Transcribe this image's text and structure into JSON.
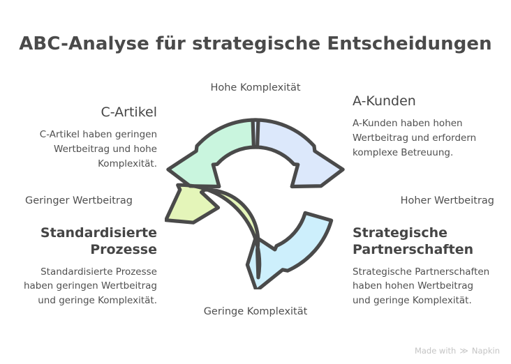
{
  "page": {
    "title": "ABC-Analyse für strategische Entscheidungen"
  },
  "axes": {
    "top": "Hohe Komplexität",
    "bottom": "Geringe Komplexität",
    "left": "Geringer Wertbeitrag",
    "right": "Hoher Wertbeitrag"
  },
  "quadrants": {
    "top_left": {
      "heading": "C-Artikel",
      "body": "C-Artikel haben geringen Wertbeitrag und hohe Komplexität.",
      "color": "#c9f5de"
    },
    "top_right": {
      "heading": "A-Kunden",
      "body": "A-Kunden haben hohen Wertbeitrag und erfordern komplexe Betreuung.",
      "color": "#dce7fa"
    },
    "bottom_left": {
      "heading": "Standardisierte Prozesse",
      "body": "Standardisierte Prozesse haben geringen Wertbeitrag und geringe Komplexität.",
      "color": "#e4f4b9"
    },
    "bottom_right": {
      "heading": "Strategische Partnerschaften",
      "body": "Strategische Partnerschaften haben hohen Wertbeitrag und geringe Komplexität.",
      "color": "#cdeefb"
    }
  },
  "diagram": {
    "type": "cycle-arrows",
    "stroke_color": "#4a4a4a",
    "segments": [
      {
        "name": "top-left-arrow",
        "color": "#c9f5de",
        "direction": "counter-clockwise"
      },
      {
        "name": "top-right-arrow",
        "color": "#dce7fa",
        "direction": "clockwise"
      },
      {
        "name": "bottom-right-arrow",
        "color": "#cdeefb",
        "direction": "clockwise"
      },
      {
        "name": "bottom-left-arrow",
        "color": "#e4f4b9",
        "direction": "counter-clockwise"
      }
    ]
  },
  "watermark": {
    "text_before": "Made with",
    "glyph": "≫",
    "brand": "Napkin"
  }
}
